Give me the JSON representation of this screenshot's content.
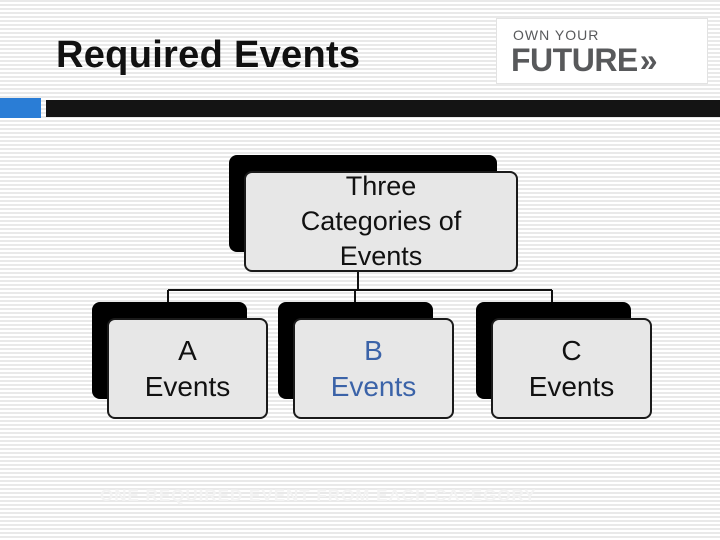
{
  "slide": {
    "title": "Required Events",
    "logo": {
      "top_text": "OWN YOUR",
      "main_text": "FUTURE",
      "icon": "double-chevron-right"
    },
    "footer_text": "ONE REQUIRED EVENT FROM EACH CATEGORY"
  },
  "diagram": {
    "root": {
      "label_lines": [
        "Three",
        "Categories of",
        "Events"
      ]
    },
    "children": [
      {
        "label_lines": [
          "A",
          "Events"
        ]
      },
      {
        "label_lines": [
          "B",
          "Events"
        ]
      },
      {
        "label_lines": [
          "C",
          "Events"
        ]
      }
    ]
  },
  "colors": {
    "accent": "#2a7dd6",
    "rule": "#141414",
    "node_fill": "#e7e7e7",
    "b_text": "#3b63a8"
  }
}
